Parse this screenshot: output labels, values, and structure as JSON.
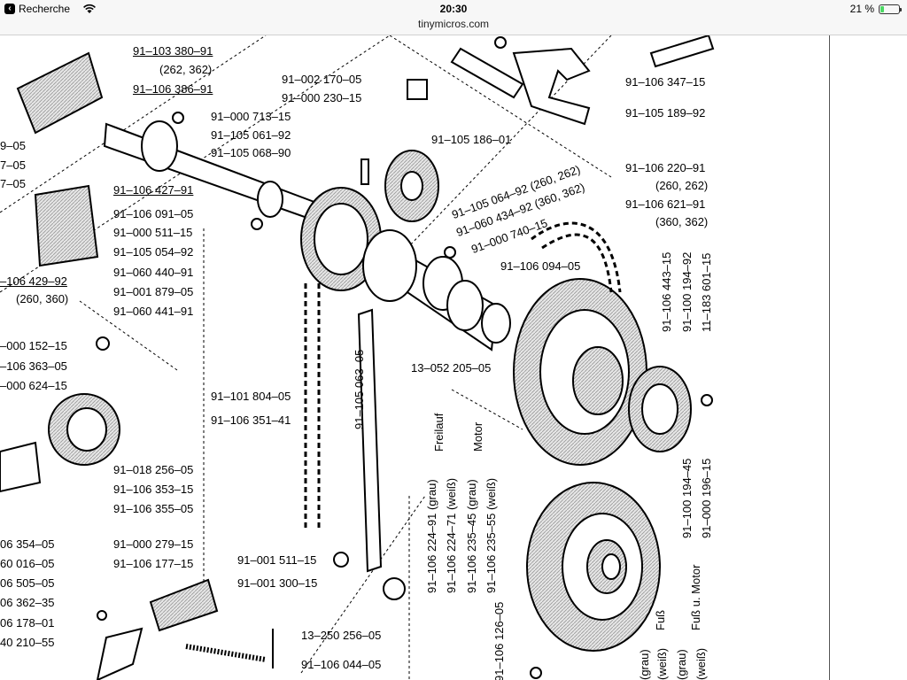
{
  "status": {
    "back_app": "Recherche",
    "time": "20:30",
    "battery_percent": "21 %",
    "battery_level": 0.21
  },
  "address": {
    "domain": "tinymicros.com"
  },
  "diagram": {
    "labels_left": [
      "91–103 380–91",
      "(262, 362)",
      "91–106 386–91",
      "91–000 713–15",
      "91–105 061–92",
      "91–105 068–90",
      "91–106 427–91",
      "91–106 091–05",
      "91–000 511–15",
      "91–105 054–92",
      "91–060 440–91",
      "91–001 879–05",
      "91–060 441–91",
      "91–101 804–05",
      "91–106 351–41",
      "91–018 256–05",
      "91–106 353–15",
      "91–106 355–05",
      "91–000 279–15",
      "91–106 177–15",
      "91–001 511–15",
      "91–001 300–15",
      "13–250 256–05",
      "91–106 044–05"
    ],
    "labels_edge": [
      "9–05",
      "7–05",
      "7–05",
      "–106 429–92",
      "(260, 360)",
      "–000 152–15",
      "–106 363–05",
      "–000 624–15",
      "06 354–05",
      "60 016–05",
      "06 505–05",
      "06 362–35",
      "06 178–01",
      "40 210–55"
    ],
    "labels_center": [
      "91–002 170–05",
      "91–000 230–15",
      "91–105 186–01",
      "13–052 205–05",
      "91–106 094–05",
      "91–000 740–15",
      "91–105 063–05"
    ],
    "labels_rotated": [
      "91–105 064–92 (260, 262)",
      "91–060 434–92 (360, 362)"
    ],
    "labels_right": [
      "91–106 347–15",
      "91–105 189–92",
      "91–106 220–91",
      "(260, 262)",
      "91–106 621–91",
      "(360, 362)"
    ],
    "labels_vertical_right": [
      "91–106 443–15",
      "91–100 194–92",
      "11–183 601–15",
      "91–100 194–45",
      "91–000 196–15"
    ],
    "labels_vertical_bottom": [
      "91–106 224–91 (grau)",
      "91–106 224–71 (weiß)",
      "91–106 235–45 (grau)",
      "91–106 235–55 (weiß)",
      "Freilauf",
      "Motor",
      "91–106 126–05"
    ],
    "labels_vertical_corner": [
      "Fuß",
      "Fuß u. Motor",
      "(grau)",
      "(weiß)",
      "(grau)",
      "(weiß)"
    ]
  }
}
